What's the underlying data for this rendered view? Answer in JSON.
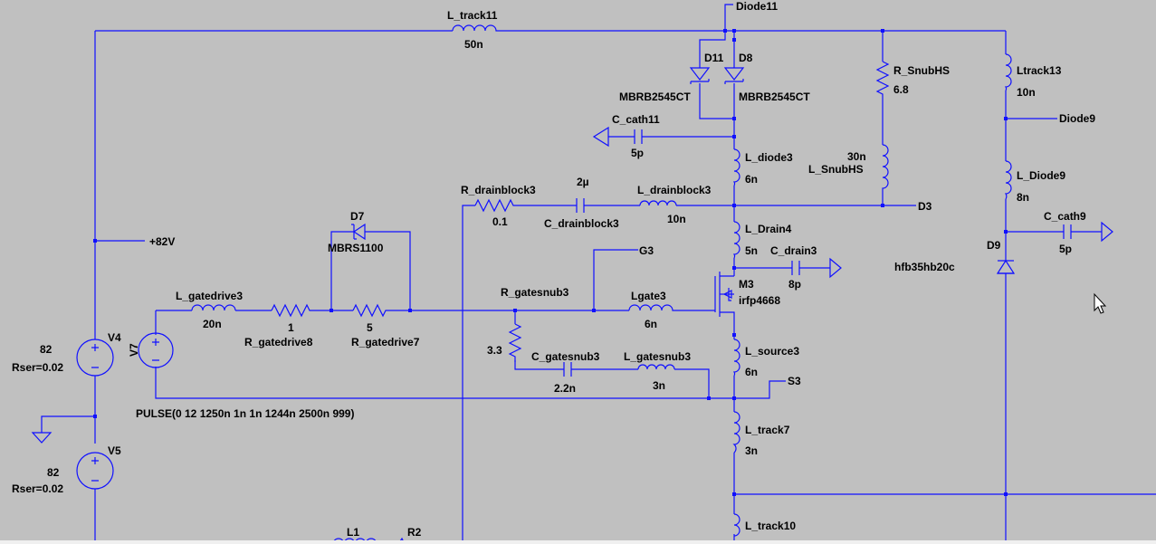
{
  "labels": {
    "l_track11": "L_track11",
    "l_track11_v": "50n",
    "diode11": "Diode11",
    "d11": "D11",
    "d8": "D8",
    "mbrb1": "MBRB2545CT",
    "mbrb2": "MBRB2545CT",
    "r_snubhs": "R_SnubHS",
    "r_snubhs_v": "6.8",
    "ltrack13": "Ltrack13",
    "ltrack13_v": "10n",
    "c_cath11": "C_cath11",
    "c_cath11_v": "5p",
    "diode9": "Diode9",
    "l_snubhs_v": "30n",
    "l_snubhs": "L_SnubHS",
    "l_diode3": "L_diode3",
    "l_diode3_v": "6n",
    "l_diode9": "L_Diode9",
    "l_diode9_v": "8n",
    "r_drainblock3": "R_drainblock3",
    "r_drainblock3_v": "0.1",
    "c_drainblock3_v": "2µ",
    "c_drainblock3": "C_drainblock3",
    "l_drainblock3": "L_drainblock3",
    "l_drainblock3_v": "10n",
    "d3": "D3",
    "c_cath9": "C_cath9",
    "c_cath9_v": "5p",
    "d7": "D7",
    "mbrs1100": "MBRS1100",
    "plus82v": "+82V",
    "l_drain4": "L_Drain4",
    "l_drain4_v": "5n",
    "g3": "G3",
    "c_drain3": "C_drain3",
    "c_drain3_v": "8p",
    "d9": "D9",
    "hfb": "hfb35hb20c",
    "m3": "M3",
    "irfp4668": "irfp4668",
    "l_gatedrive3": "L_gatedrive3",
    "l_gatedrive3_v": "20n",
    "r_gatedrive8_v": "1",
    "r_gatedrive8": "R_gatedrive8",
    "r_gatedrive7_v": "5",
    "r_gatedrive7": "R_gatedrive7",
    "r_gatesnub3": "R_gatesnub3",
    "lgate3": "Lgate3",
    "lgate3_v": "6n",
    "v4": "V4",
    "v4_v": "82",
    "v4_rser": "Rser=0.02",
    "v7": "V7",
    "r_snub_v": "3.3",
    "c_gatesnub3": "C_gatesnub3",
    "c_gatesnub3_v": "2.2n",
    "l_gatesnub3": "L_gatesnub3",
    "l_gatesnub3_v": "3n",
    "l_source3": "L_source3",
    "l_source3_v": "6n",
    "s3": "S3",
    "pulse": "PULSE(0 12 1250n 1n 1n 1244n 2500n 999)",
    "l_track7": "L_track7",
    "l_track7_v": "3n",
    "v5": "V5",
    "v5_v": "82",
    "v5_rser": "Rser=0.02",
    "l1": "L1",
    "r2": "R2",
    "l_track10": "L_track10"
  },
  "colors": {
    "wire": "#1010ff",
    "background": "#c0c0c0",
    "text": "#000000"
  }
}
